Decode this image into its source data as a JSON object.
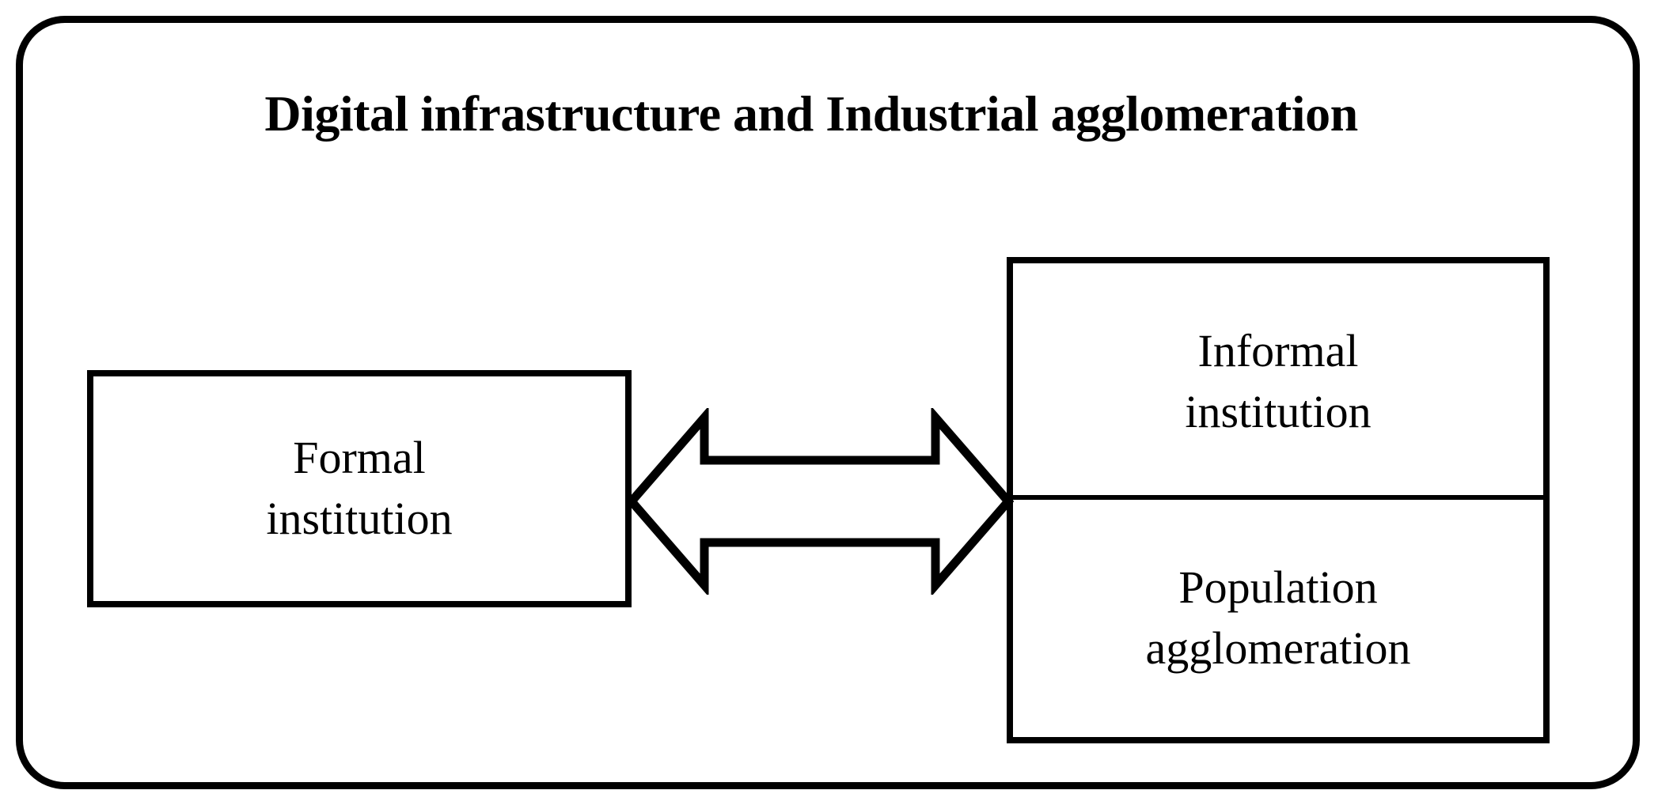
{
  "figure": {
    "title": "Digital infrastructure and Industrial agglomeration",
    "frame_shape": "rounded-rectangle",
    "stroke_color": "#000000",
    "fill_color": "#ffffff"
  },
  "nodes": {
    "formal": {
      "label": "Formal institution",
      "line1": "Formal",
      "line2": "institution"
    },
    "informal": {
      "label": "Informal institution",
      "line1": "Informal",
      "line2": "institution"
    },
    "population": {
      "label": "Population agglomeration",
      "line1": "Population",
      "line2": "agglomeration"
    }
  },
  "connectors": {
    "formal_to_institutions": {
      "type": "double-headed-arrow",
      "direction": "bidirectional",
      "from": "Formal institution",
      "to": "Informal institution / Population agglomeration"
    }
  }
}
